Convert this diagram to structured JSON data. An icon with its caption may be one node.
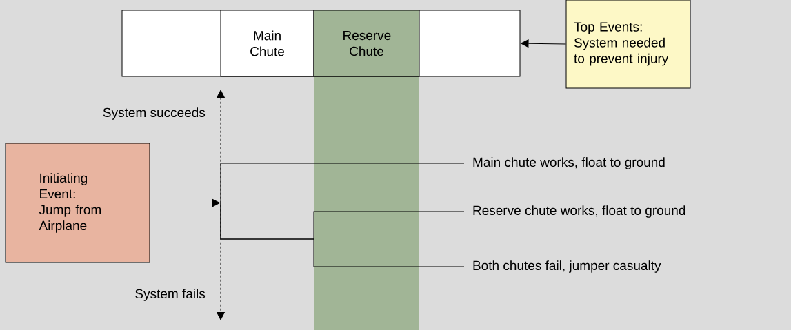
{
  "diagram": {
    "nodes": [
      {
        "text": [],
        "shape": "box"
      },
      {
        "text": [
          "Main Chute"
        ],
        "in": 0
      },
      {
        "text": [
          "Reserve Chute"
        ],
        "in": 0
      },
      {
        "text": [
          "Top Events: System needed to prevent injury"
        ]
      },
      {
        "text": [
          "Initiating Event: Jump from Airplane"
        ]
      },
      {
        "text": [
          "Main chute works, float to ground"
        ]
      },
      {
        "text": [
          "Reserve chute works, float to ground"
        ]
      },
      {
        "text": [
          "Both chutes fail, jumper casualty"
        ]
      }
    ],
    "edges": [
      {
        "from": 3,
        "to": 0,
        "arrow": "to"
      },
      {
        "from": 4,
        "to": null,
        "arrow": "to"
      },
      {
        "from": null,
        "to": 5,
        "arrow": "none"
      },
      {
        "from": null,
        "to": 6,
        "arrow": "none"
      },
      {
        "from": null,
        "to": 7,
        "arrow": "none"
      }
    ],
    "labels": [
      "System succeeds",
      "System fails"
    ]
  }
}
